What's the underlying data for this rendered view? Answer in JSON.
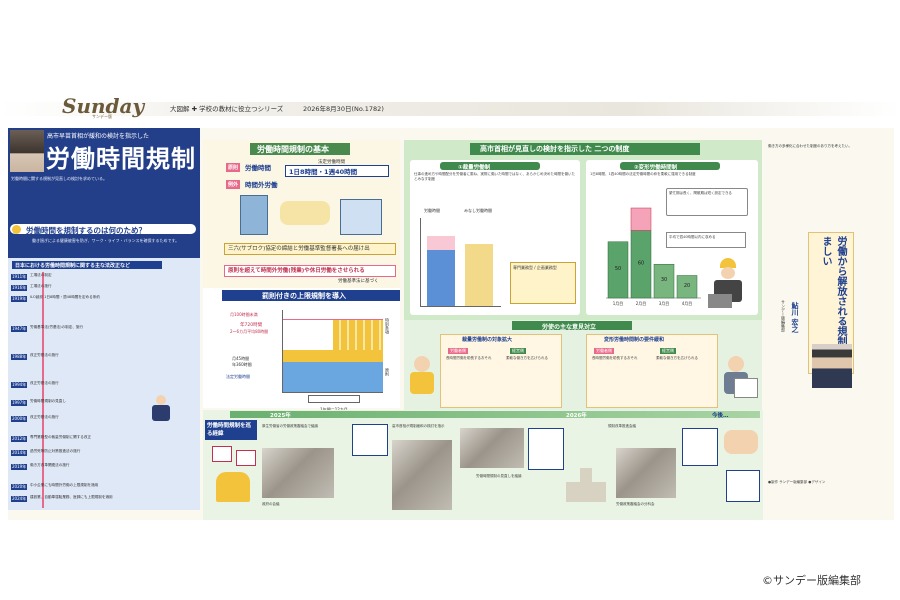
{
  "masthead": {
    "logo": "Sunday",
    "logo_sub": "サンデー版",
    "series": "大図解 ✚ 学校の教材に役立つシリーズ",
    "date_issue": "2026年8月30日(No.1782)"
  },
  "lead": {
    "kicker": "高市早苗首相が緩和の検討を指示した",
    "title": "労働時間規制",
    "body": "労働時間に関する規制が見直しの検討を求めている。",
    "question": "労働時間を規制するのは何のため？",
    "answer": "働き過ぎによる健康被害を防ぎ、ワーク・ライフ・バランスを確保するためです。"
  },
  "timeline": {
    "title": "日本における労働時間規制に関する主な法改正など",
    "items": [
      {
        "year": "1911年",
        "text": "工場法の制定"
      },
      {
        "year": "1916年",
        "text": "工場法の施行"
      },
      {
        "year": "1919年",
        "text": "ILO創設 1日8時間・週48時間を定める条約"
      },
      {
        "year": "1947年",
        "text": "労働基準法(労基法)の制定、施行"
      },
      {
        "year": "1988年",
        "text": "改正労基法の施行"
      },
      {
        "year": "1994年",
        "text": "改正労基法の施行"
      },
      {
        "year": "1997年",
        "text": "労働時間規制の見直し"
      },
      {
        "year": "2000年",
        "text": "改正労基法の施行"
      },
      {
        "year": "2012年",
        "text": "専門業務型の裁量労働制に関する改正"
      },
      {
        "year": "2014年",
        "text": "過労死等防止対策推進法の施行"
      },
      {
        "year": "2019年",
        "text": "働き方改革関連法の施行"
      },
      {
        "year": "2020年",
        "text": "中小企業にも時間外労働の上限規制を適用"
      },
      {
        "year": "2024年",
        "text": "建設業、自動車運転業務、医師にも上限規制を適用"
      }
    ]
  },
  "basics": {
    "title": "労働時間規制の基本",
    "principle_label": "原則",
    "principle_text": "労働時間",
    "legal_label": "法定労働時間",
    "legal_value": "1日8時間・1週40時間",
    "exception_label": "例外",
    "exception_text": "時間外労働",
    "agreement_text": "三六(サブロク)協定の締結と労働基準監督署長への届け出",
    "penalty_text": "原則を超えて時間外労働(残業)や休日労働をさせられる",
    "law_ref": "労働基準法に基づく"
  },
  "cap": {
    "title": "罰則付きの上限規制を導入",
    "limit_year": "年720時間",
    "monthly": "月100時間未満",
    "average": "2～6カ月平均80時間",
    "overtime_monthly": "月45時間",
    "overtime_yearly": "年360時間",
    "legal_hours": "法定労働時間",
    "label_special": "特別条項",
    "label_principle": "原則",
    "x_axis": "1年間＝12カ月"
  },
  "review": {
    "title": "高市首相が見直しの検討を指示した 二つの制度",
    "left_title": "①裁量労働制",
    "left_body": "仕事の進め方や時間配分を労働者に委ね、実際に働いた時間ではなく、あらかじめ決めた時間を働いたとみなす制度",
    "left_cols": [
      "労働時間",
      "みなし労働時間"
    ],
    "left_box": "専門業務型 / 企画業務型",
    "right_title": "②変形労働時間制",
    "right_body": "1日8時間、1週40時間の法定労働時間の枠を柔軟に運用できる制度",
    "right_note1": "繁忙期は長く、閑散期は短く設定できる",
    "right_note2": "平均で週40時間以内に収める",
    "months": [
      "1月目",
      "2月目",
      "3月目",
      "4月目"
    ],
    "values": [
      50,
      60,
      30,
      20
    ]
  },
  "opinions": {
    "title": "労使の主な意見対立",
    "left_title": "裁量労働制の対象拡大",
    "right_title": "変形労働時間制の要件緩和",
    "labor": "労働者側",
    "management": "経営側",
    "labor_text": "長時間労働を助長するおそれ",
    "management_text": "柔軟な働き方を広げられる"
  },
  "lower": {
    "timeline_title": "労働時間規制を巡る経緯",
    "year2025": "2025年",
    "year2026": "2026年",
    "future": "今後…",
    "event1": "厚生労働省の労働政策審議会で議論",
    "event2": "高市首相が規制緩和の検討を指示",
    "event3": "労働時間規制の見直しを議論",
    "event4": "規制改革推進会議",
    "caption1": "政府の会議",
    "caption2": "労働政策審議会の分科会"
  },
  "column": {
    "title": "労働から解放される規制が望ましい",
    "role": "サンデー版編集部",
    "name": "鮎川 宏之",
    "body": "働き方の多様化に合わせた制度のあり方を考えたい。"
  },
  "footer": {
    "credits": "●製作 サンデー版編集部 ●デザイン",
    "copyright": "©サンデー版編集部"
  },
  "colors": {
    "navy": "#1f3f8f",
    "green": "#5aa36a",
    "pink": "#e86a8b",
    "yellow": "#f3c33b",
    "lightgreen": "#cfe9c9"
  }
}
